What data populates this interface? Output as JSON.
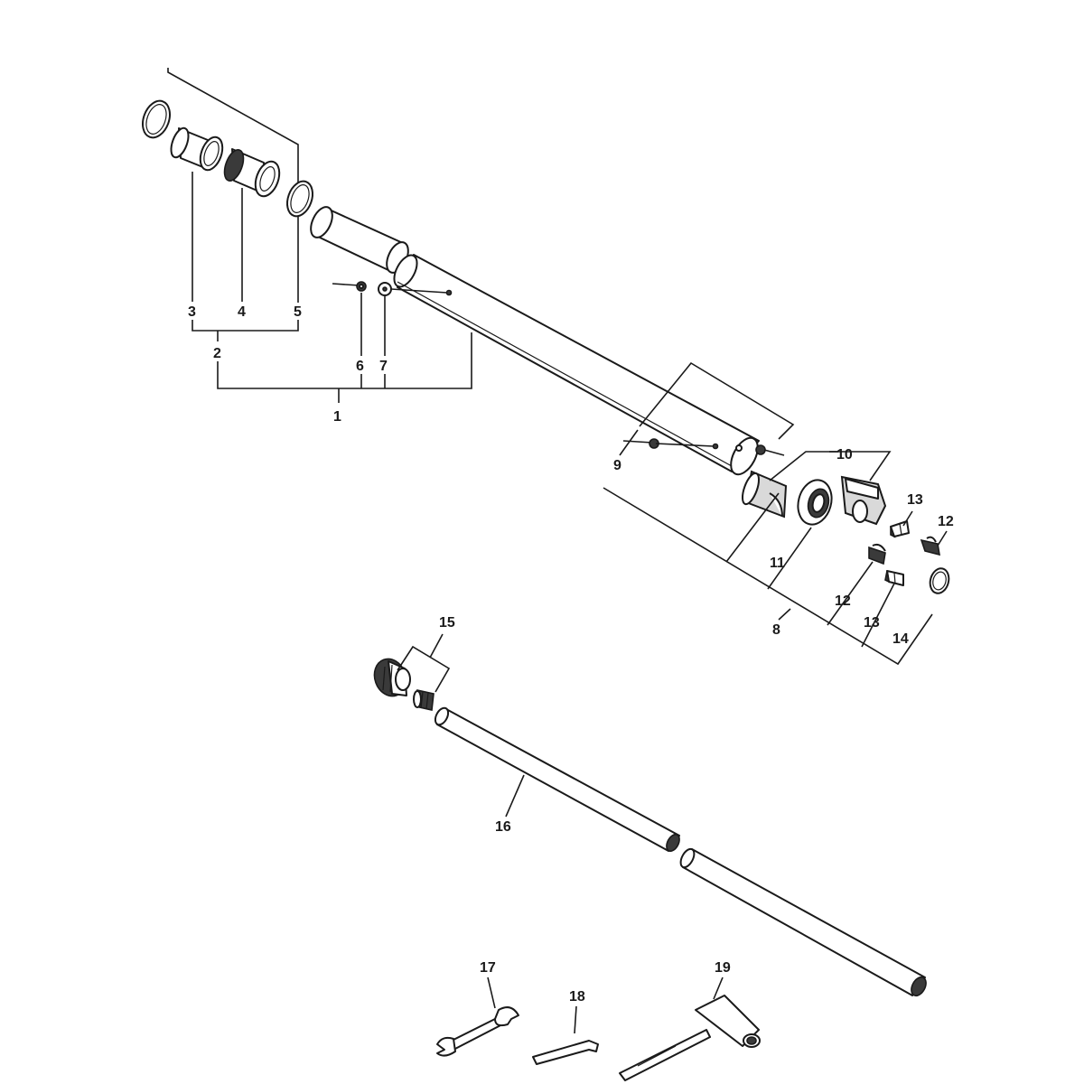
{
  "callouts": {
    "c1": "1",
    "c2": "2",
    "c3": "3",
    "c4": "4",
    "c5": "5",
    "c6": "6",
    "c7": "7",
    "c8": "8",
    "c9": "9",
    "c10": "10",
    "c11": "11",
    "c12a": "12",
    "c12b": "12",
    "c13a": "13",
    "c13b": "13",
    "c14": "14",
    "c15": "15",
    "c16": "16",
    "c17": "17",
    "c18": "18",
    "c19": "19"
  },
  "icons": {
    "retaining_ring": "retaining-ring-icon",
    "bushing": "bushing-icon",
    "bearing_sleeve": "bearing-sleeve-icon",
    "shaft_tube": "shaft-tube-icon",
    "bolt": "bolt-icon",
    "washer": "washer-icon",
    "clamp": "clamp-icon",
    "ball_bearing": "ball-bearing-icon",
    "bracket": "bracket-icon",
    "clip": "clip-icon",
    "spring_pin": "spring-pin-icon",
    "snap_ring": "snap-ring-icon",
    "coupler": "coupler-icon",
    "drive_shaft": "drive-shaft-icon",
    "wrench": "wrench-icon",
    "hex_key": "hex-key-icon",
    "spark_plug_wrench": "spark-plug-wrench-icon"
  }
}
